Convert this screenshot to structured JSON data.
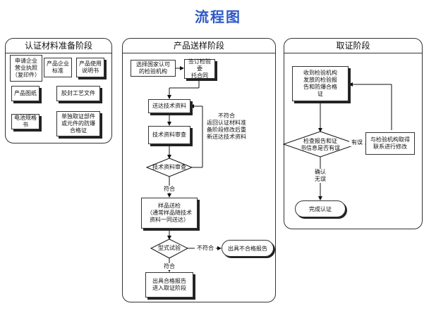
{
  "title": "流程图",
  "panels": {
    "p1": {
      "title": "认证材料准备阶段"
    },
    "p2": {
      "title": "产品送样阶段"
    },
    "p3": {
      "title": "取证阶段"
    }
  },
  "prep": {
    "b1": "申请企业\n营业执照\n（复印件）",
    "b2": "产品企业\n标准",
    "b3": "产品使用\n说明书",
    "b4": "产品图纸",
    "b5": "胶封工艺文件",
    "b6": "电池规格书",
    "b7": "单独取证部件\n或元件的防爆\n合格证"
  },
  "sample": {
    "s1": "选择国家认可\n的检验机构",
    "s2": "签订检验委\n托合同",
    "s3": "送达技术资料",
    "s4": "技术资料审查",
    "d1": "技术资料审查",
    "fail_label": "不符合\n返回认证材料准\n备阶段修改后重\n新送达技术资料",
    "pass1": "符合",
    "s5": "样品送检\n（通常样品随技术\n资料一同送达）",
    "d2": "型式试验",
    "fail2": "不符合",
    "fail_report": "出具不合格报告",
    "pass2": "符合",
    "s6": "出具合格报告\n进入取证阶段"
  },
  "cert": {
    "c1": "收到检验机构\n发放的检验报\n告和防爆合格\n证",
    "d3": "检查报告和证\n书信息是否有误",
    "error_label": "有误",
    "c2": "与检验机构取得\n联系进行修改",
    "ok_label": "确认\n无误",
    "done": "完成认证"
  }
}
